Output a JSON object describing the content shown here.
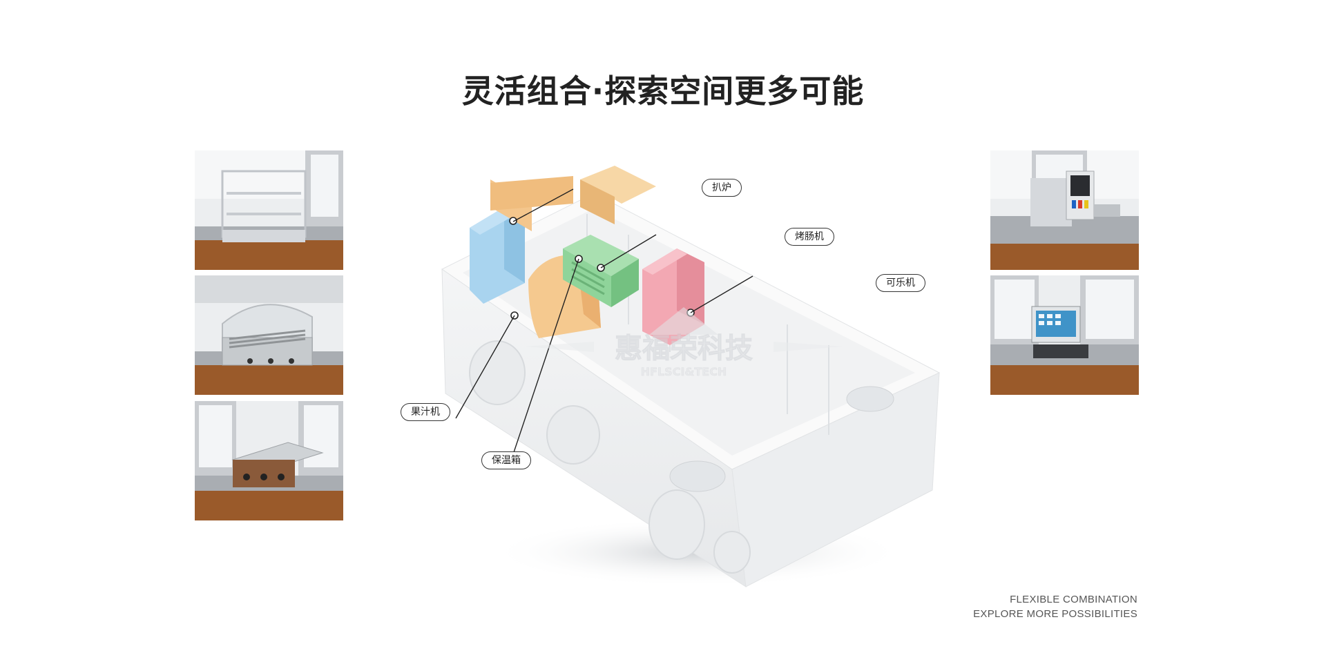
{
  "page": {
    "title": "灵活组合·探索空间更多可能"
  },
  "labels": {
    "griddle": "扒炉",
    "sausage_machine": "烤肠机",
    "cola_machine": "可乐机",
    "juice_machine": "果汁机",
    "warmer_box": "保温箱"
  },
  "watermark": {
    "line1": "惠福荣科技",
    "line2": "HFLSCI&TECH"
  },
  "footer": {
    "line1": "FLEXIBLE COMBINATION",
    "line2": "EXPLORE MORE POSSIBILITIES"
  },
  "colors": {
    "juice_machine": "#a9d4ef",
    "warmer_box": "#f5c98f",
    "griddle": "#f4c68c",
    "sausage_machine": "#8fd49a",
    "cola_machine": "#f3a8b3"
  }
}
